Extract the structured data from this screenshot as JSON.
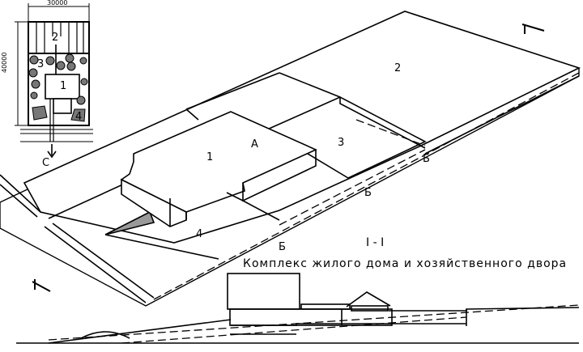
{
  "inset_plan": {
    "dim_width": "30000",
    "dim_height": "40000",
    "zones": [
      "2",
      "3",
      "1",
      "4"
    ],
    "direction_label": "С"
  },
  "isometric": {
    "zone_labels": [
      "1",
      "2",
      "3",
      "4"
    ],
    "point_labels": [
      "А",
      "Б",
      "Б",
      "Б"
    ]
  },
  "section": {
    "title": "I - I",
    "caption": "Комплекс жилого дома и хозяйственного двора"
  }
}
